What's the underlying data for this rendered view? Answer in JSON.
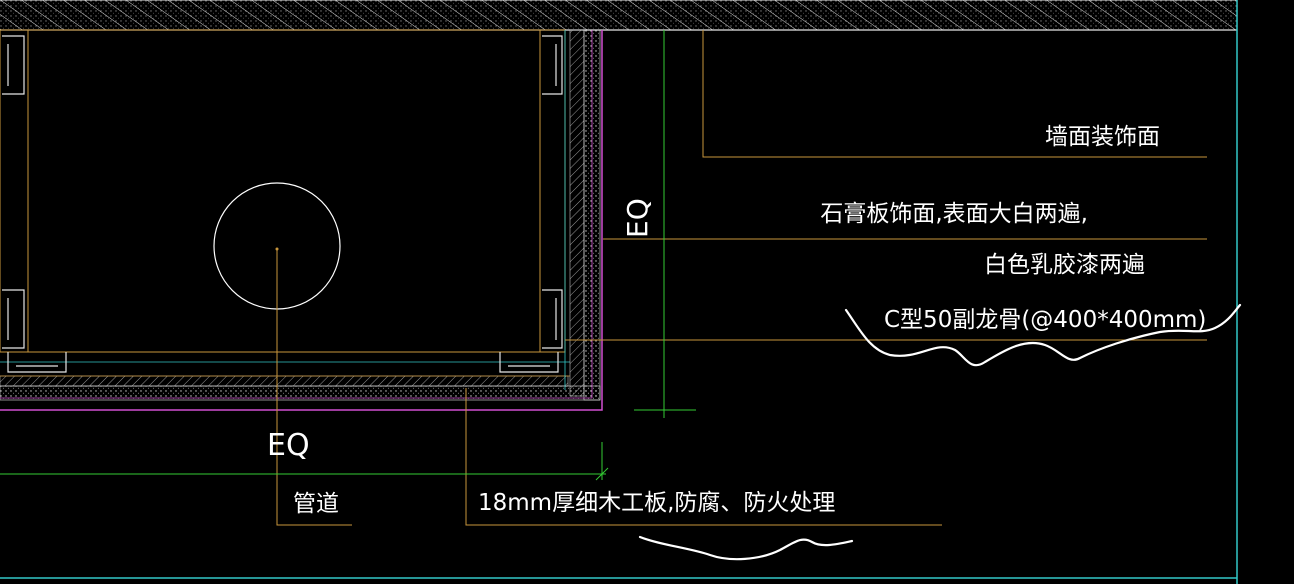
{
  "labels": {
    "wall_finish": "墙面装饰面",
    "gypsum_line1": "石膏板饰面,表面大白两遍,",
    "gypsum_line2": "白色乳胶漆两遍",
    "c_stud": "C型50副龙骨(@400*400mm)",
    "pipe": "管道",
    "blockboard": "18mm厚细木工板,防腐、防火处理",
    "eq_horizontal": "EQ",
    "eq_vertical": "EQ"
  },
  "colors": {
    "background": "#000000",
    "text": "#ffffff",
    "leader": "#c8963c",
    "finish_layer": "#d14fd1",
    "dimension": "#33cc33",
    "frame": "#33c7c7",
    "hatch": "#e0e0e0",
    "markup": "#ffffff"
  }
}
